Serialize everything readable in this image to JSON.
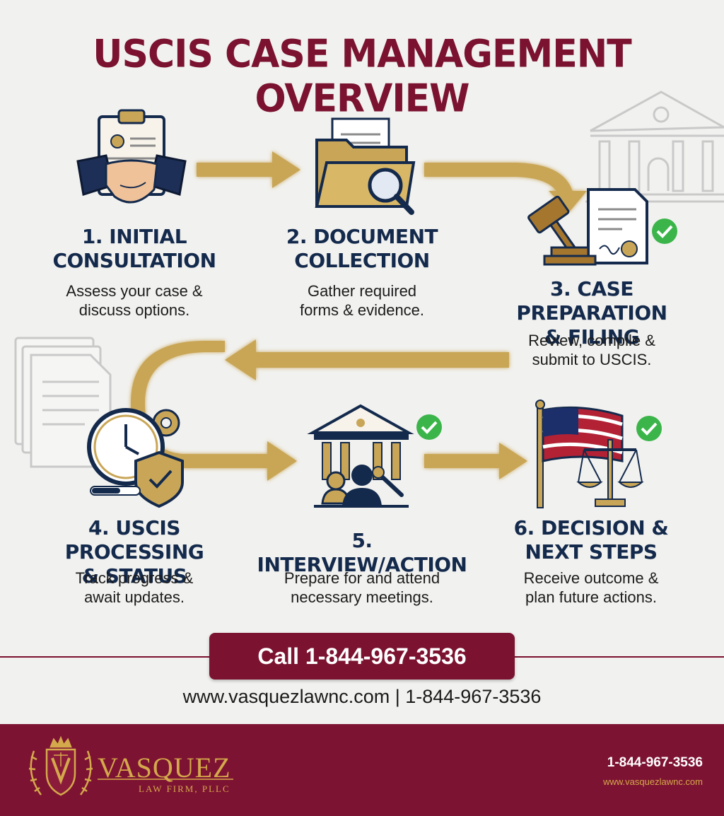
{
  "title": "USCIS CASE MANAGEMENT OVERVIEW",
  "steps": [
    {
      "title_line1": "1. INITIAL",
      "title_line2": "CONSULTATION",
      "desc_line1": "Assess your case &",
      "desc_line2": "discuss options.",
      "icon": "handshake-clipboard-icon",
      "checked": false
    },
    {
      "title_line1": "2. DOCUMENT",
      "title_line2": "COLLECTION",
      "desc_line1": "Gather required",
      "desc_line2": "forms & evidence.",
      "icon": "folder-magnifier-icon",
      "checked": false
    },
    {
      "title_line1": "3. CASE PREPARATION",
      "title_line2": "& FILING",
      "desc_line1": "Review, compile &",
      "desc_line2": "submit to USCIS.",
      "icon": "gavel-document-icon",
      "checked": true
    },
    {
      "title_line1": "4. USCIS PROCESSING",
      "title_line2": "& STATUS",
      "desc_line1": "Track progress &",
      "desc_line2": "await updates.",
      "icon": "clock-shield-icon",
      "checked": false
    },
    {
      "title_line1": "5. INTERVIEW/ACTION",
      "title_line2": "",
      "desc_line1": "Prepare for and attend",
      "desc_line2": "necessary meetings.",
      "icon": "courthouse-people-icon",
      "checked": true
    },
    {
      "title_line1": "6. DECISION &",
      "title_line2": "NEXT STEPS",
      "desc_line1": "Receive outcome &",
      "desc_line2": "plan future actions.",
      "icon": "flag-scales-icon",
      "checked": true
    }
  ],
  "cta": {
    "label": "Call 1-844-967-3536"
  },
  "contact_line": "www.vasquezlawnc.com | 1-844-967-3536",
  "footer": {
    "brand_name": "VASQUEZ",
    "brand_sub": "LAW FIRM, PLLC",
    "phone": "1-844-967-3536",
    "website": "www.vasquezlawnc.com"
  },
  "colors": {
    "maroon": "#7a1230",
    "navy": "#142a4c",
    "gold": "#c9a657",
    "check": "#3bb54a",
    "background": "#f1f1ef"
  }
}
